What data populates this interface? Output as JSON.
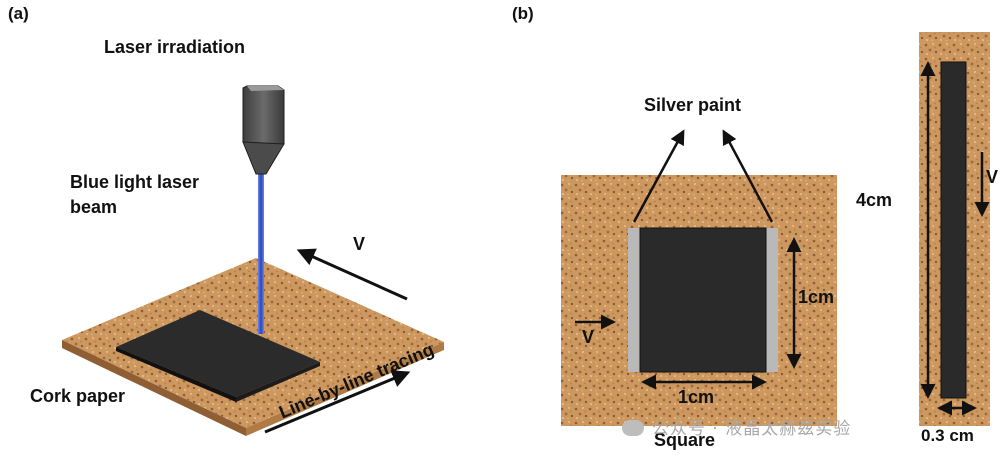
{
  "panel_a": {
    "label": "(a)",
    "laser_title": "Laser irradiation",
    "beam_label_line1": "Blue light laser",
    "beam_label_line2": "beam",
    "velocity": "V",
    "cork_label": "Cork paper",
    "tracing_label": "Line-by-line tracing"
  },
  "panel_b": {
    "label": "(b)",
    "silver_paint": "Silver paint",
    "size_4cm": "4cm",
    "velocity_square": "V",
    "velocity_strip": "V",
    "side_vertical": "1cm",
    "side_horizontal": "1cm",
    "square_caption": "Square",
    "strip_width": "0.3 cm"
  },
  "watermark": "公众号 · 液晶太赫兹实验",
  "colors": {
    "cork": "#c9955f",
    "dark_material": "#2a2a2a",
    "silver": "#b9b9b9",
    "laser_beam": "#3a58c8",
    "text": "#111111"
  }
}
